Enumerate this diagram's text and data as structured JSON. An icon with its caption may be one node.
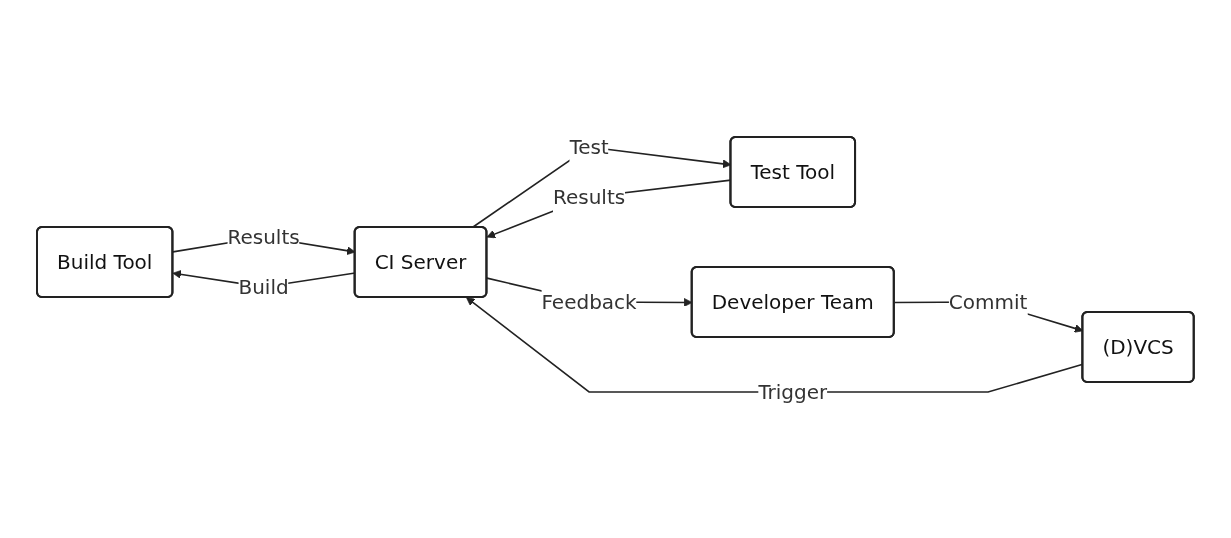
{
  "diagram": {
    "nodes": [
      {
        "text": [
          "Build Tool"
        ]
      },
      {
        "text": [
          "CI Server"
        ]
      },
      {
        "text": [
          "(D)VCS"
        ]
      },
      {
        "text": [
          "Test Tool"
        ]
      },
      {
        "text": [
          "Developer Team"
        ]
      }
    ],
    "edges": [
      {
        "from": 1,
        "to": 0,
        "label": "Build",
        "arrow": "to"
      },
      {
        "from": 0,
        "to": 1,
        "label": "Results",
        "arrow": "to"
      },
      {
        "from": 2,
        "to": 1,
        "label": "Trigger",
        "arrow": "to"
      },
      {
        "from": 1,
        "to": 3,
        "label": "Test",
        "arrow": "to"
      },
      {
        "from": 3,
        "to": 1,
        "label": "Results",
        "arrow": "to"
      },
      {
        "from": 1,
        "to": 4,
        "label": "Feedback",
        "arrow": "to"
      },
      {
        "from": 4,
        "to": 2,
        "label": "Commit",
        "arrow": "to"
      }
    ]
  }
}
